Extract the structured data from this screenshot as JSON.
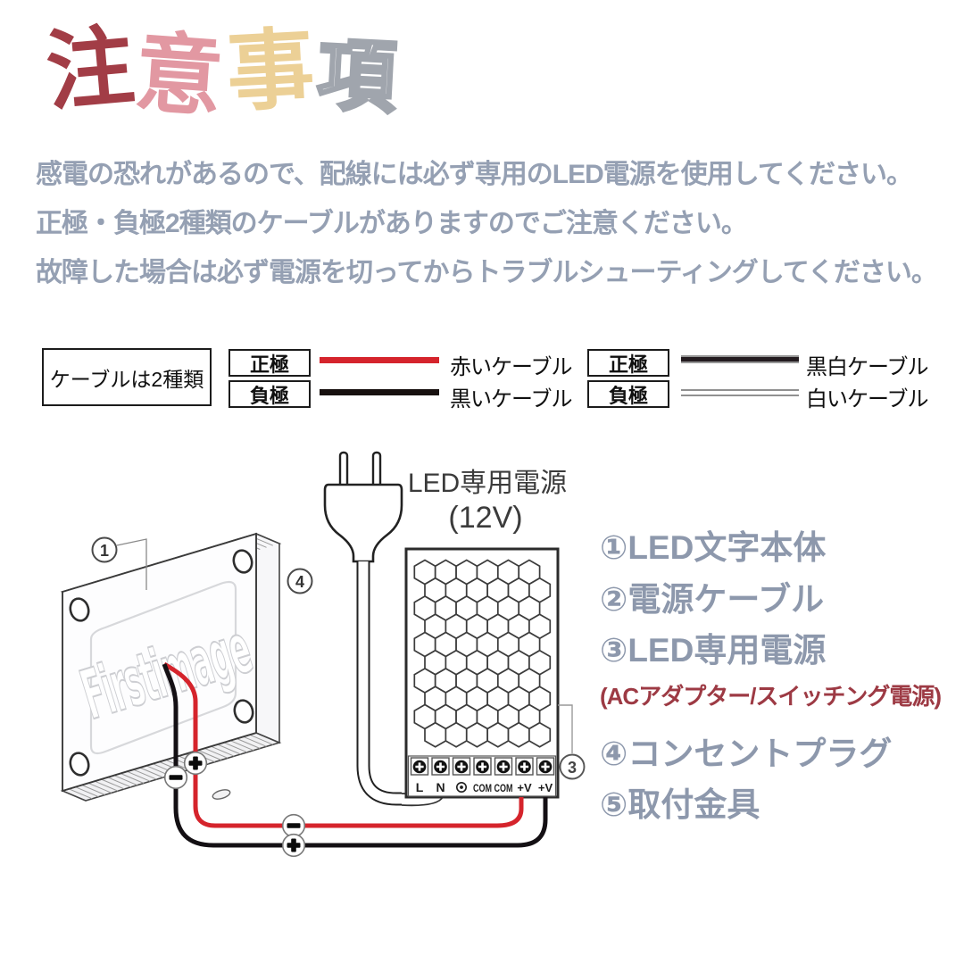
{
  "title": {
    "char1": "注",
    "char2": "意",
    "char3": "事",
    "char4": "項",
    "colors": {
      "char1": "#a23d46",
      "char2": "#e298a2",
      "char3": "#ecd096",
      "char4_outline": "#a0a5ad"
    }
  },
  "notes": {
    "line1": "感電の恐れがあるので、配線には必ず専用のLED電源を使用してください。",
    "line2": "正極・負極2種類のケーブルがありますのでご注意ください。",
    "line3": "故障した場合は必ず電源を切ってからトラブルシューティングしてください。"
  },
  "legend": {
    "header": "ケーブルは2種類",
    "groupA": {
      "row1": {
        "polarity": "正極",
        "label": "赤いケーブル",
        "swatch": "red"
      },
      "row2": {
        "polarity": "負極",
        "label": "黒いケーブル",
        "swatch": "black"
      }
    },
    "groupB": {
      "row1": {
        "polarity": "正極",
        "label": "黒白ケーブル",
        "swatch": "black-white"
      },
      "row2": {
        "polarity": "負極",
        "label": "白いケーブル",
        "swatch": "white"
      }
    }
  },
  "diagram": {
    "psu_title": "LED専用電源",
    "psu_voltage": "(12V)",
    "terminals": [
      "L",
      "N",
      "⏚",
      "COM",
      "COM",
      "+V",
      "+V"
    ],
    "markers": {
      "panel": "1",
      "psu": "3",
      "plug": "4"
    },
    "panel_logo": "Firstimage"
  },
  "parts_list": {
    "item1": "①LED文字本体",
    "item2": "②電源ケーブル",
    "item3": "③LED専用電源",
    "item3_note": "(ACアダプター/スイッチング電源)",
    "item4": "④コンセントプラグ",
    "item5": "⑤取付金具"
  },
  "colors": {
    "body_text": "#95a0b3",
    "accent_red": "#9d3a44",
    "wire_red": "#d5242c",
    "wire_black": "#141014",
    "cable_gray_outline": "#969696",
    "cable_dark_core": "#241c20",
    "outline_dark": "#2b2b2b"
  }
}
